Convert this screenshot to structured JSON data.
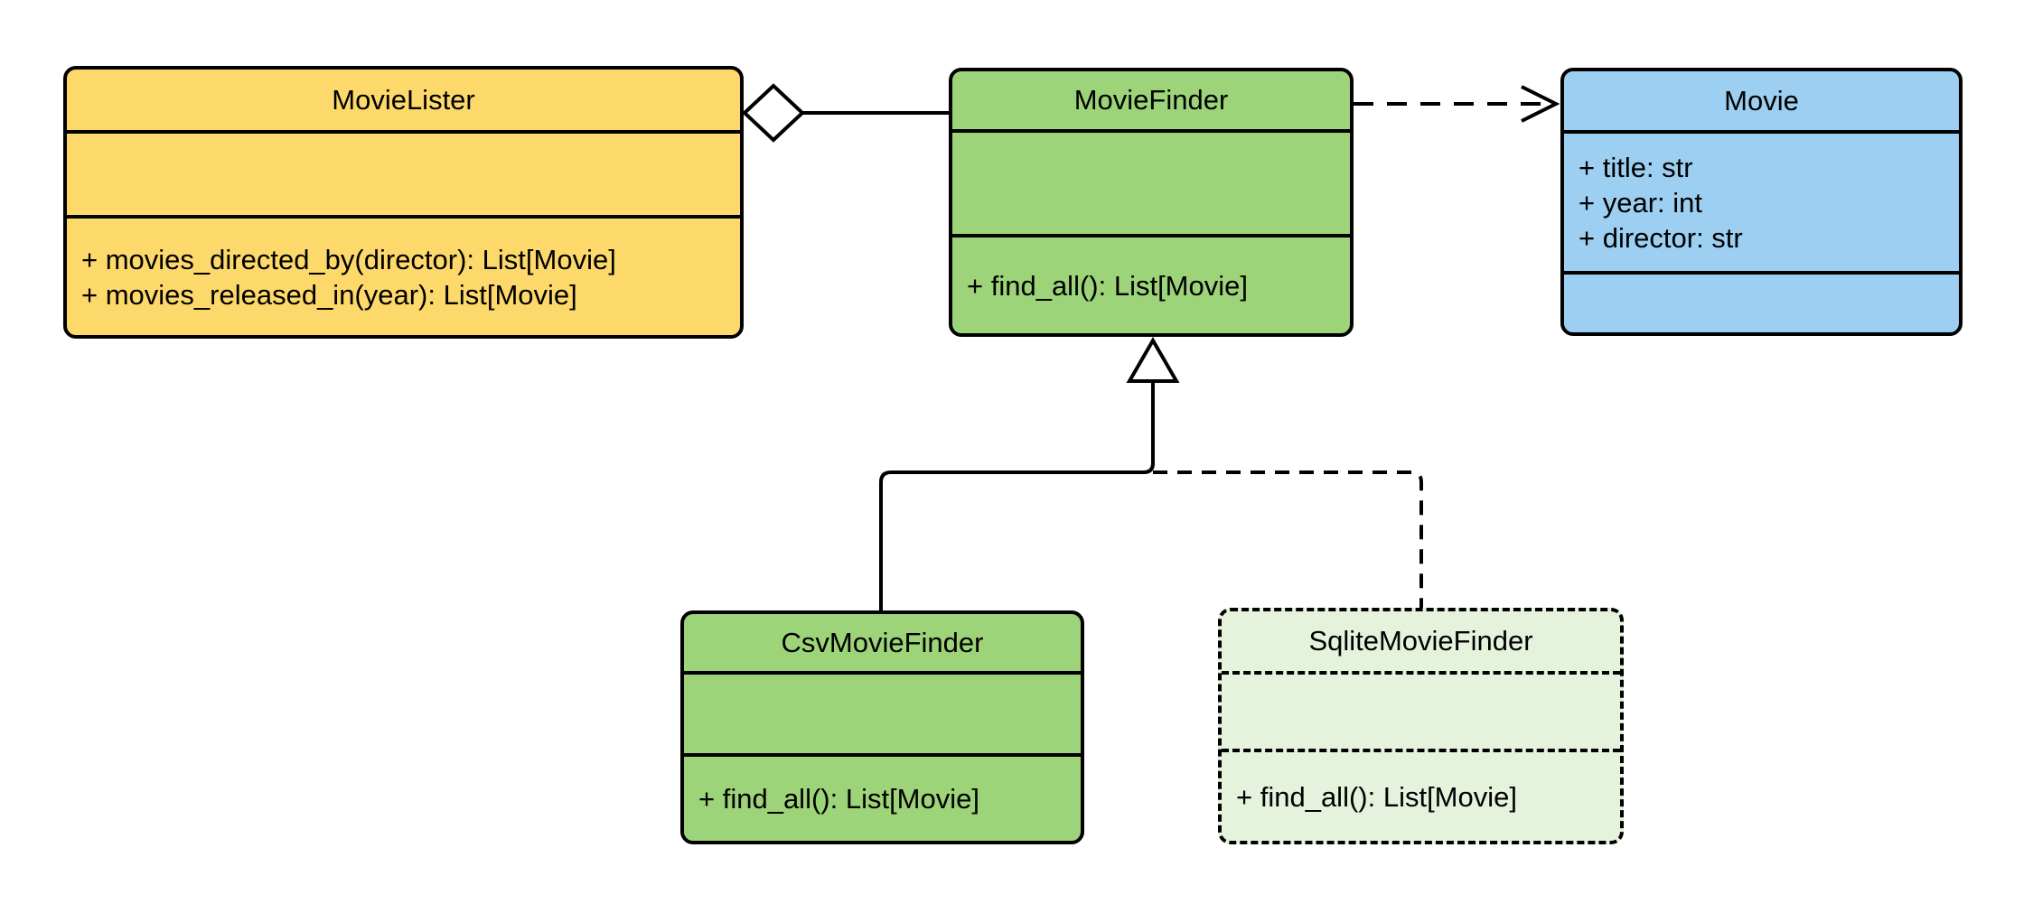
{
  "diagram": {
    "type": "uml-class-diagram",
    "background": "#ffffff",
    "stroke_color": "#000000",
    "colors": {
      "yellow_fill": "#FDD96B",
      "green_fill": "#9DD379",
      "light_green_fill": "#E5F2DC",
      "blue_fill": "#9CCFF1"
    }
  },
  "classes": [
    {
      "name": "MovieLister",
      "fill": "#FDD96B",
      "border_style": "solid",
      "attributes": [],
      "methods": [
        "+ movies_directed_by(director): List[Movie]",
        "+ movies_released_in(year): List[Movie]"
      ]
    },
    {
      "name": "MovieFinder",
      "fill": "#9DD379",
      "border_style": "solid",
      "attributes": [],
      "methods": [
        "+ find_all(): List[Movie]"
      ]
    },
    {
      "name": "Movie",
      "fill": "#9CCFF1",
      "border_style": "solid",
      "attributes": [
        "+ title: str",
        "+ year: int",
        "+ director: str"
      ],
      "methods": []
    },
    {
      "name": "CsvMovieFinder",
      "fill": "#9DD379",
      "border_style": "solid",
      "attributes": [],
      "methods": [
        "+ find_all(): List[Movie]"
      ]
    },
    {
      "name": "SqliteMovieFinder",
      "fill": "#E5F2DC",
      "border_style": "dashed",
      "attributes": [],
      "methods": [
        "+ find_all(): List[Movie]"
      ]
    }
  ],
  "relationships": [
    {
      "type": "aggregation",
      "from": "MovieLister",
      "to": "MovieFinder",
      "line": "solid",
      "marker": "hollow-diamond-at-source"
    },
    {
      "type": "dependency",
      "from": "MovieFinder",
      "to": "Movie",
      "line": "dashed",
      "marker": "open-arrow-at-target"
    },
    {
      "type": "generalization",
      "from": "CsvMovieFinder",
      "to": "MovieFinder",
      "line": "solid",
      "marker": "hollow-triangle-at-target"
    },
    {
      "type": "generalization",
      "from": "SqliteMovieFinder",
      "to": "MovieFinder",
      "line": "dashed",
      "marker": "hollow-triangle-at-target"
    }
  ]
}
